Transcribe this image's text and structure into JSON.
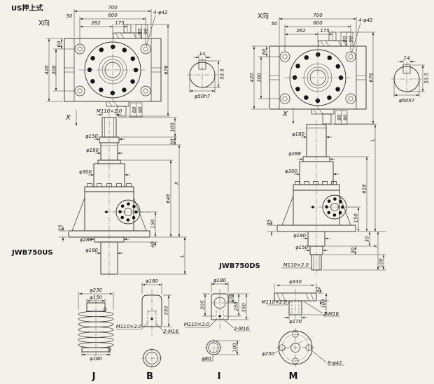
{
  "title": "US押上式",
  "plan": {
    "x_dir": "X向",
    "d700": "700",
    "d600": "600",
    "d50": "50",
    "d262": "262",
    "d175": "175",
    "holes": "4-φ42",
    "d80": "80",
    "d90": "90",
    "d60": "60",
    "d420": "420",
    "d300": "300",
    "d676": "676"
  },
  "shaft": {
    "key_w": "14",
    "key_h": "53.5",
    "dia": "φ50h7"
  },
  "us_front": {
    "x_arrow": "X",
    "thread": "M110×2.0",
    "d100": "100",
    "d150": "φ150",
    "d30": "30",
    "d180": "φ180",
    "d300": "φ300",
    "d648": "648",
    "x_dim": "X",
    "d150b": "150",
    "d35": "35",
    "d288": "φ288",
    "d40": "40",
    "d180b": "φ180",
    "l": "L",
    "model": "JWB750US"
  },
  "ds_front": {
    "x_arrow": "X",
    "d180": "φ180",
    "l": "L",
    "d288": "φ288",
    "d300": "φ300",
    "d618": "618",
    "d35": "35",
    "d150": "150",
    "d30a": "30",
    "d180b": "φ180",
    "d30b": "30",
    "d150b": "φ150",
    "x_dim": "X",
    "thread": "M110×2.0",
    "d100": "100",
    "model": "JWB750DS"
  },
  "parts": {
    "j": {
      "d230": "φ230",
      "d150": "φ150",
      "d180": "φ180",
      "label": "J"
    },
    "b": {
      "d180": "φ180",
      "d350": "350",
      "thread": "M110×2.0",
      "tap": "2-M16",
      "label": "B"
    },
    "i": {
      "d180": "φ180",
      "d100": "100",
      "d205": "205",
      "d250": "250",
      "d350": "350",
      "thread": "M110×2.0",
      "tap": "2-M16",
      "d80": "φ80",
      "d100b": "100",
      "label": "I"
    },
    "m": {
      "d330": "φ330",
      "d52": "52",
      "d102": "102",
      "thread": "M110×2.0",
      "tap": "2-M16",
      "d170": "φ170",
      "d250": "φ250",
      "holes": "6-φ42",
      "label": "M"
    }
  }
}
